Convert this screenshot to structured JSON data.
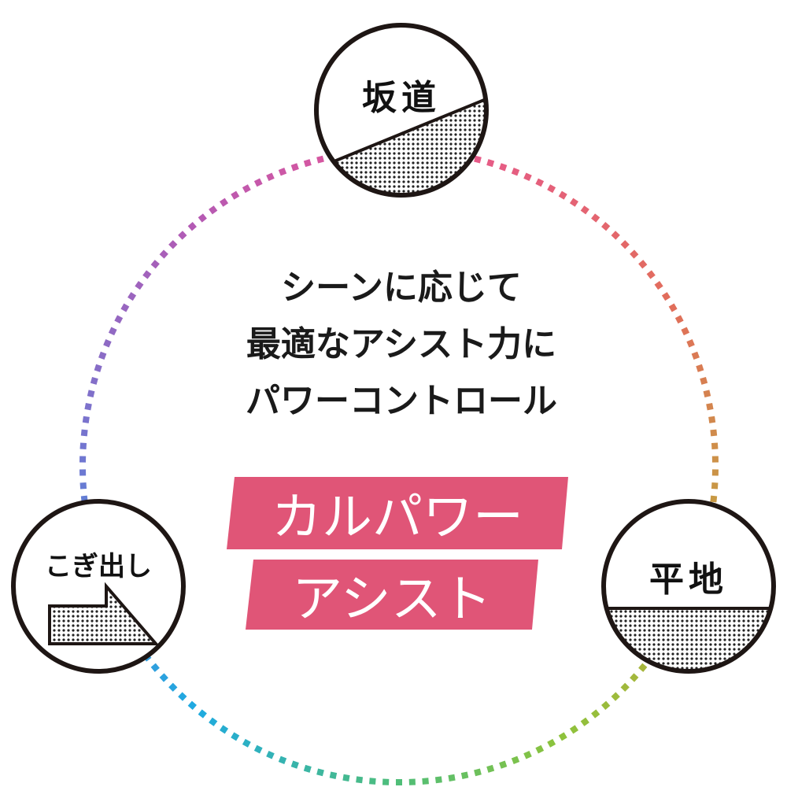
{
  "colors": {
    "accent": "#e05577",
    "outline": "#1e1614"
  },
  "nodes": {
    "top": {
      "label": "坂道"
    },
    "left": {
      "label": "こぎ出し"
    },
    "right": {
      "label": "平地"
    }
  },
  "center": {
    "lines": [
      "シーンに応じて",
      "最適なアシスト力に",
      "パワーコントロール"
    ]
  },
  "badge": {
    "line1": "カルパワー",
    "line2": "アシスト"
  }
}
